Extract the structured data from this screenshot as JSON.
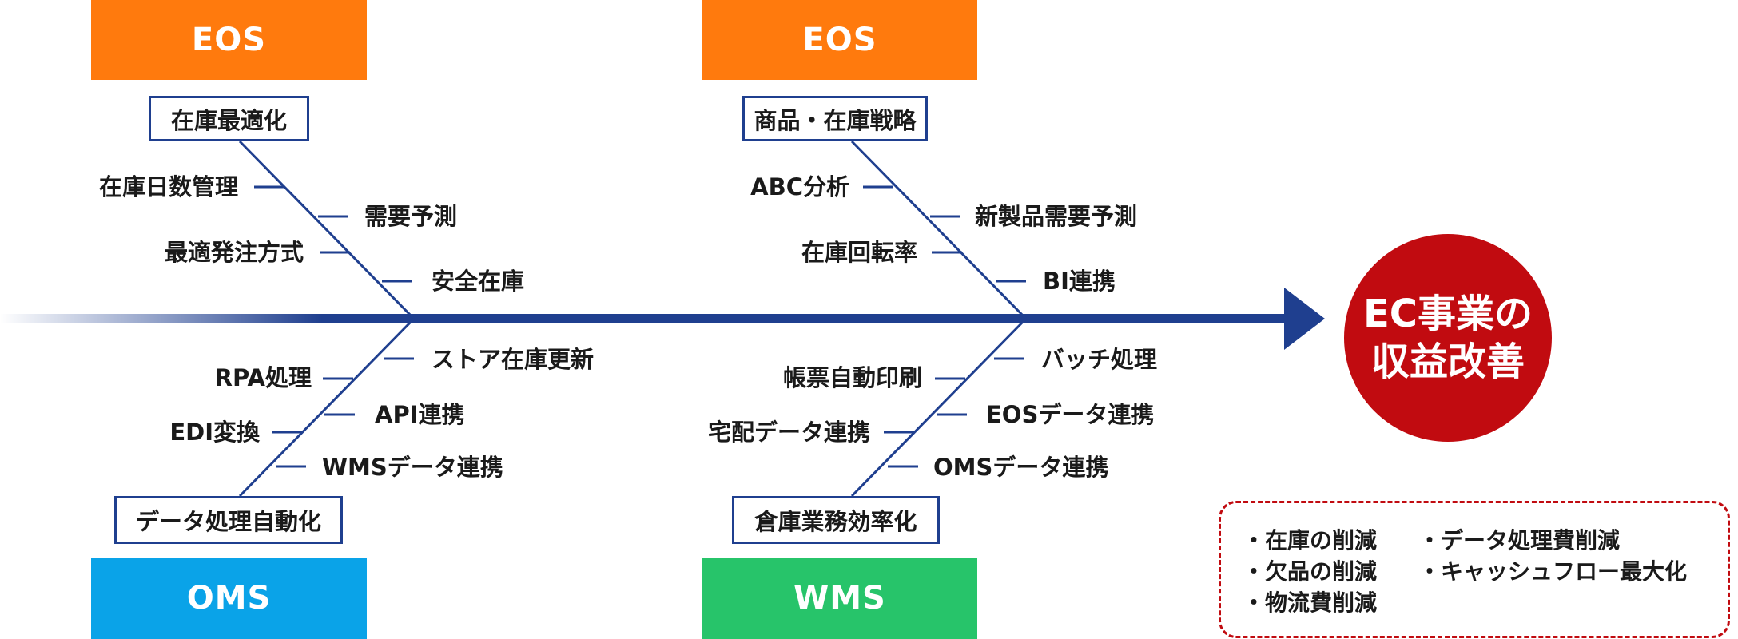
{
  "colors": {
    "spine": "#1f3f8f",
    "eos": "#ff7a0d",
    "oms": "#0aa3e8",
    "wms": "#27c46a",
    "result": "#c10b10"
  },
  "headers": {
    "top_left": "EOS",
    "top_right": "EOS",
    "bottom_left": "OMS",
    "bottom_right": "WMS"
  },
  "categories": {
    "top_left": "在庫最適化",
    "top_right": "商品・在庫戦略",
    "bottom_left": "データ処理自動化",
    "bottom_right": "倉庫業務効率化"
  },
  "causes": {
    "top_left": [
      "在庫日数管理",
      "需要予測",
      "最適発注方式",
      "安全在庫"
    ],
    "top_right": [
      "ABC分析",
      "新製品需要予測",
      "在庫回転率",
      "BI連携"
    ],
    "bottom_left": [
      "ストア在庫更新",
      "RPA処理",
      "API連携",
      "EDI変換",
      "WMSデータ連携"
    ],
    "bottom_right": [
      "バッチ処理",
      "帳票自動印刷",
      "EOSデータ連携",
      "宅配データ連携",
      "OMSデータ連携"
    ]
  },
  "effect": {
    "line1": "EC事業の",
    "line2": "収益改善"
  },
  "results": [
    "・在庫の削減",
    "・データ処理費削減",
    "・欠品の削減",
    "・キャッシュフロー最大化",
    "・物流費削減"
  ]
}
